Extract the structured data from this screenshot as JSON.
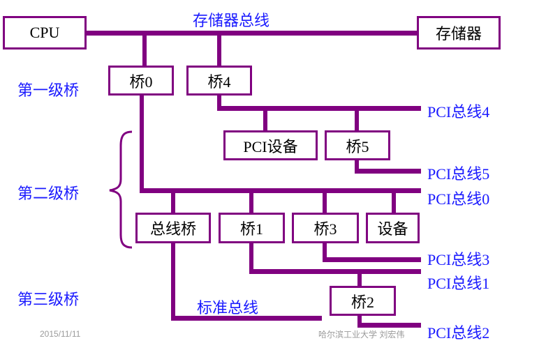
{
  "diagram": {
    "colors": {
      "bus": "#800080",
      "label": "#1a1aff",
      "box_text": "#000000",
      "footer": "#9a9a9a"
    },
    "bus_labels": {
      "memory_bus": "存储器总线",
      "standard_bus": "标准总线",
      "pci_bus_4": "PCI总线4",
      "pci_bus_5": "PCI总线5",
      "pci_bus_0": "PCI总线0",
      "pci_bus_3": "PCI总线3",
      "pci_bus_1": "PCI总线1",
      "pci_bus_2": "PCI总线2"
    },
    "boxes": {
      "cpu": "CPU",
      "memory": "存储器",
      "bridge0": "桥0",
      "bridge4": "桥4",
      "pci_device": "PCI设备",
      "bridge5": "桥5",
      "bus_bridge": "总线桥",
      "bridge1": "桥1",
      "bridge3": "桥3",
      "device": "设备",
      "bridge2": "桥2"
    },
    "levels": {
      "level1": "第一级桥",
      "level2": "第二级桥",
      "level3": "第三级桥"
    },
    "footer": {
      "date": "2015/11/11",
      "author": "哈尔滨工业大学  刘宏伟"
    }
  }
}
